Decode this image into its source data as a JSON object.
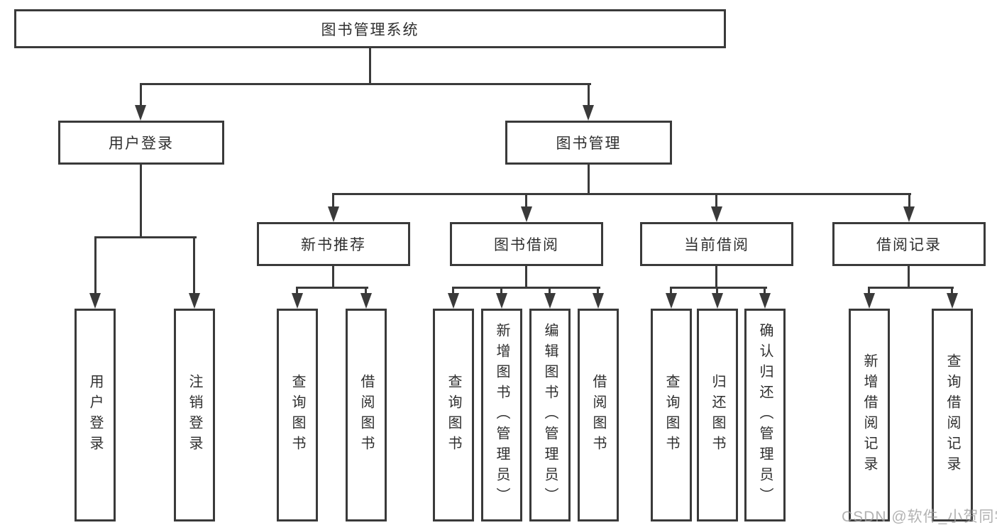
{
  "diagram": {
    "root": {
      "label": "图书管理系统"
    },
    "level2": [
      {
        "label": "用户登录"
      },
      {
        "label": "图书管理"
      }
    ],
    "level3": [
      {
        "label": "新书推荐"
      },
      {
        "label": "图书借阅"
      },
      {
        "label": "当前借阅"
      },
      {
        "label": "借阅记录"
      }
    ],
    "leaves": {
      "user_login": [
        "用户登录",
        "注销登录"
      ],
      "new_book": [
        "查询图书",
        "借阅图书"
      ],
      "book_borrow": [
        "查询图书",
        "新增图书（管理员）",
        "编辑图书（管理员）",
        "借阅图书"
      ],
      "current_borrow": [
        "查询图书",
        "归还图书",
        "确认归还（管理员）"
      ],
      "borrow_records": [
        "新增借阅记录",
        "查询借阅记录"
      ]
    }
  },
  "watermark": "CSDN @软件_小贺同学",
  "colors": {
    "line": "#3a3a3a",
    "text": "#2f2f2f",
    "background": "#ffffff",
    "watermark": "#9f9f9f"
  }
}
